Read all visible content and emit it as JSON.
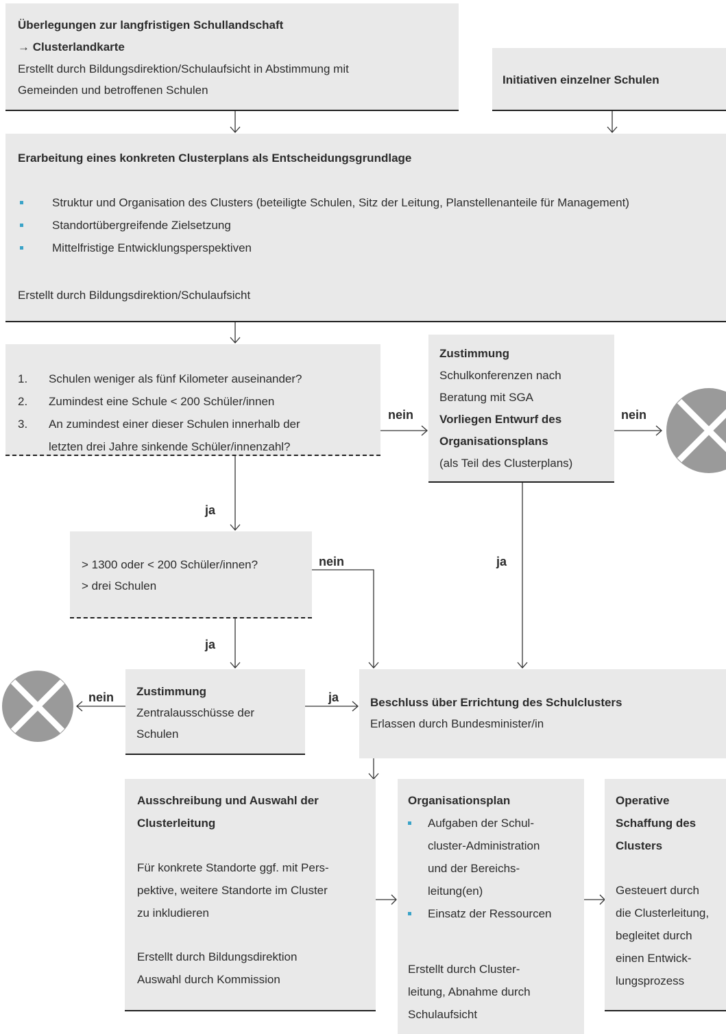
{
  "box1": {
    "title_line1": "Überlegungen zur langfristigen Schullandschaft",
    "title_line2": "→ Clusterlandkarte",
    "text_line1": "Erstellt durch Bildungsdirektion/Schulaufsicht in Abstimmung mit",
    "text_line2": "Gemeinden und betroffenen Schulen"
  },
  "box2": {
    "title": "Initiativen einzelner Schulen"
  },
  "box3": {
    "title": "Erarbeitung eines konkreten Clusterplans als Entscheidungsgrundlage",
    "bullets": [
      "Struktur und Organisation des Clusters (beteiligte Schulen, Sitz der Leitung, Planstellenanteile für Management)",
      "Standortübergreifende Zielsetzung",
      "Mittelfristige Entwicklungsperspektiven"
    ],
    "footer": "Erstellt durch Bildungsdirektion/Schulaufsicht"
  },
  "box4": {
    "items": [
      {
        "num": "1.",
        "text": "Schulen weniger als fünf Kilometer auseinander?"
      },
      {
        "num": "2.",
        "text": "Zumindest eine Schule < 200 Schüler/innen"
      },
      {
        "num": "3.",
        "text": "An zumindest einer dieser Schulen innerhalb der"
      }
    ],
    "item3_cont": "letzten drei Jahre sinkende Schüler/innenzahl?"
  },
  "box5": {
    "title": "Zustimmung",
    "line1": "Schulkonferenzen nach",
    "line2": "Beratung mit SGA",
    "title2_line1": "Vorliegen Entwurf des",
    "title2_line2": "Organisationsplans",
    "line3": "(als Teil des Clusterplans)"
  },
  "box6": {
    "line1": "> 1300 oder < 200 Schüler/innen?",
    "line2": "> drei Schulen"
  },
  "box7": {
    "title": "Zustimmung",
    "line1": "Zentralausschüsse der",
    "line2": "Schulen"
  },
  "box8": {
    "title": "Beschluss über Errichtung des Schulclusters",
    "line1": "Erlassen durch Bundesminister/in"
  },
  "box9": {
    "title_line1": "Ausschreibung und Auswahl der",
    "title_line2": "Clusterleitung",
    "text_line1": "Für konkrete Standorte ggf. mit Pers-",
    "text_line2": "pektive, weitere Standorte im Cluster",
    "text_line3": "zu inkludieren",
    "footer_line1": "Erstellt durch Bildungsdirektion",
    "footer_line2": "Auswahl durch Kommission"
  },
  "box10": {
    "title": "Organisationsplan",
    "b1_l1": "Aufgaben der Schul-",
    "b1_l2": "cluster-Administration",
    "b1_l3": "und der Bereichs-",
    "b1_l4": "leitung(en)",
    "b2": "Einsatz der Ressourcen",
    "footer_l1": "Erstellt durch Cluster-",
    "footer_l2": "leitung, Abnahme durch",
    "footer_l3": "Schulaufsicht"
  },
  "box11": {
    "title_l1": "Operative",
    "title_l2": "Schaffung des",
    "title_l3": "Clusters",
    "text_l1": "Gesteuert durch",
    "text_l2": "die Clusterleitung,",
    "text_l3": "begleitet durch",
    "text_l4": "einen Entwick-",
    "text_l5": "lungsprozess"
  },
  "labels": {
    "ja": "ja",
    "nein": "nein"
  },
  "colors": {
    "box_fill": "#e9e9e9",
    "bullet": "#3aa3c8",
    "end_marker": "#9a9a9a"
  }
}
